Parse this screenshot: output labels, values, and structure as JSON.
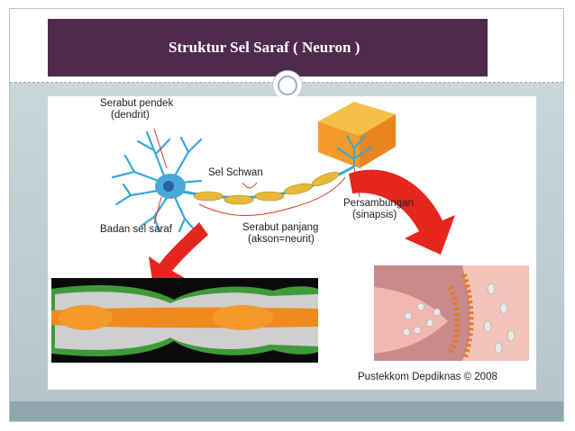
{
  "slide": {
    "title": "Struktur Sel Saraf ( Neuron )"
  },
  "figure": {
    "labels": {
      "dendrite_line1": "Serabut pendek",
      "dendrite_line2": "(dendrit)",
      "schwann": "Sel Schwan",
      "cell_body": "Badan sel saraf",
      "axon_line1": "Serabut panjang",
      "axon_line2": "(akson=neurit)",
      "synapse_line1": "Persambungan",
      "synapse_line2": "(sinapsis)"
    },
    "credit": "Pustekkom Depdiknas © 2008"
  },
  "colors": {
    "title_bar": "#4f2a4d",
    "panel": "#c2d1d5",
    "arrow": "#e5261e",
    "dendrite": "#3aa6d8",
    "myelin": "#e8b83a",
    "axon_detail": "#f08a1c",
    "sheath_green": "#3f9a3a"
  }
}
